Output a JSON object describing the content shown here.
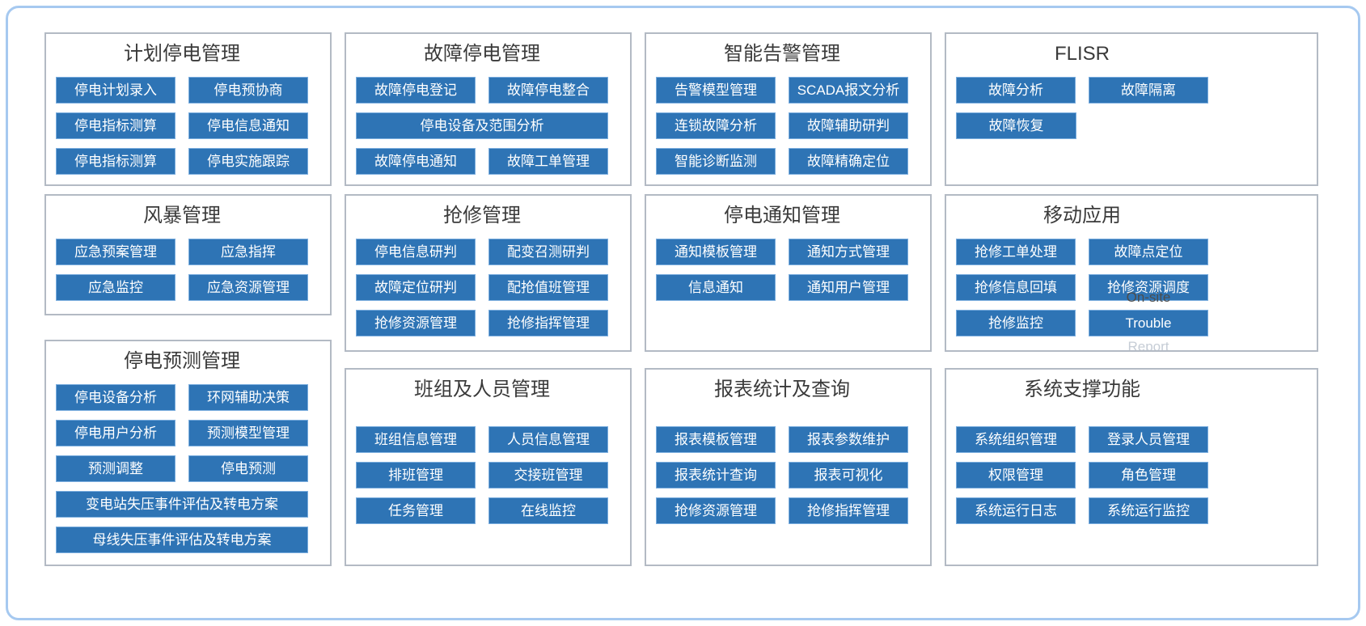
{
  "colors": {
    "outer_border": "#a6c9f0",
    "panel_border": "#b3bac4",
    "button_bg": "#2e74b5",
    "button_border": "#7aadde",
    "button_text": "#ffffff",
    "title_text": "#3a3a3a",
    "overlay_dark_text": "#4d4d4d",
    "overlay_faint_text": "#c6cdd6"
  },
  "columns": [
    {
      "name": "column-1",
      "panels": [
        {
          "name": "planned-outage-management",
          "title": "计划停电管理",
          "rows": [
            {
              "buttons": [
                "停电计划录入",
                "停电预协商"
              ]
            },
            {
              "buttons": [
                "停电指标测算",
                "停电信息通知"
              ]
            },
            {
              "buttons": [
                "停电指标测算",
                "停电实施跟踪"
              ]
            }
          ]
        },
        {
          "name": "storm-management",
          "title": "风暴管理",
          "rows": [
            {
              "buttons": [
                "应急预案管理",
                "应急指挥"
              ]
            },
            {
              "buttons": [
                "应急监控",
                "应急资源管理"
              ]
            }
          ]
        },
        {
          "name": "outage-forecast-management",
          "title": "停电预测管理",
          "rows": [
            {
              "buttons": [
                "停电设备分析",
                "环网辅助决策"
              ]
            },
            {
              "buttons": [
                "停电用户分析",
                "预测模型管理"
              ]
            },
            {
              "buttons": [
                "预测调整",
                "停电预测"
              ]
            },
            {
              "buttons": [
                "变电站失压事件评估及转电方案"
              ],
              "wide": true
            },
            {
              "buttons": [
                "母线失压事件评估及转电方案"
              ],
              "wide": true
            }
          ]
        }
      ]
    },
    {
      "name": "column-2",
      "panels": [
        {
          "name": "fault-outage-management",
          "title": "故障停电管理",
          "rows": [
            {
              "buttons": [
                "故障停电登记",
                "故障停电整合"
              ]
            },
            {
              "buttons": [
                "停电设备及范围分析"
              ],
              "wide": true
            },
            {
              "buttons": [
                "故障停电通知",
                "故障工单管理"
              ]
            }
          ]
        },
        {
          "name": "repair-management",
          "title": "抢修管理",
          "rows": [
            {
              "buttons": [
                "停电信息研判",
                "配变召测研判"
              ]
            },
            {
              "buttons": [
                "故障定位研判",
                "配抢值班管理"
              ]
            },
            {
              "buttons": [
                "抢修资源管理",
                "抢修指挥管理"
              ]
            }
          ]
        },
        {
          "name": "team-personnel-management",
          "title": "班组及人员管理",
          "rows": [
            {
              "buttons": [
                "班组信息管理",
                "人员信息管理"
              ]
            },
            {
              "buttons": [
                "排班管理",
                "交接班管理"
              ]
            },
            {
              "buttons": [
                "任务管理",
                "在线监控"
              ]
            }
          ]
        }
      ]
    },
    {
      "name": "column-3",
      "panels": [
        {
          "name": "intelligent-alarm-management",
          "title": "智能告警管理",
          "rows": [
            {
              "buttons": [
                "告警模型管理",
                "SCADA报文分析"
              ]
            },
            {
              "buttons": [
                "连锁故障分析",
                "故障辅助研判"
              ]
            },
            {
              "buttons": [
                "智能诊断监测",
                "故障精确定位"
              ]
            }
          ]
        },
        {
          "name": "outage-notification-management",
          "title": "停电通知管理",
          "rows": [
            {
              "buttons": [
                "通知模板管理",
                "通知方式管理"
              ]
            },
            {
              "buttons": [
                "信息通知",
                "通知用户管理"
              ]
            }
          ]
        },
        {
          "name": "report-statistics-query",
          "title": "报表统计及查询",
          "rows": [
            {
              "buttons": [
                "报表模板管理",
                "报表参数维护"
              ]
            },
            {
              "buttons": [
                "报表统计查询",
                "报表可视化"
              ]
            },
            {
              "buttons": [
                "抢修资源管理",
                "抢修指挥管理"
              ]
            }
          ]
        }
      ]
    },
    {
      "name": "column-4",
      "panels": [
        {
          "name": "flisr",
          "title": "FLISR",
          "rows": [
            {
              "buttons": [
                "故障分析",
                "故障隔离"
              ]
            },
            {
              "buttons": [
                "故障恢复"
              ]
            }
          ]
        },
        {
          "name": "mobile-application",
          "title": "移动应用",
          "rows": [
            {
              "buttons": [
                "抢修工单处理",
                "故障点定位"
              ]
            },
            {
              "buttons": [
                "抢修信息回填",
                "抢修资源调度"
              ]
            },
            {
              "buttons": [
                "抢修监控",
                "Trouble"
              ]
            }
          ],
          "overlays": {
            "above": "On-site",
            "below": "Report"
          }
        },
        {
          "name": "system-support-functions",
          "title": "系统支撑功能",
          "rows": [
            {
              "buttons": [
                "系统组织管理",
                "登录人员管理"
              ]
            },
            {
              "buttons": [
                "权限管理",
                "角色管理"
              ]
            },
            {
              "buttons": [
                "系统运行日志",
                "系统运行监控"
              ]
            }
          ]
        }
      ]
    }
  ]
}
